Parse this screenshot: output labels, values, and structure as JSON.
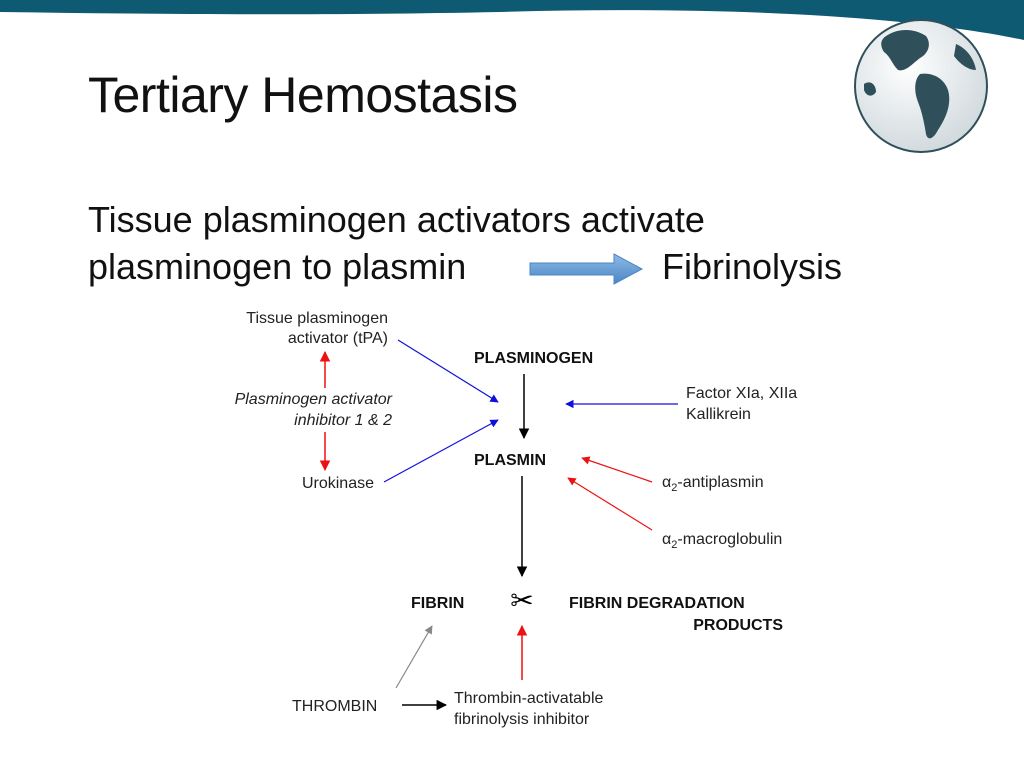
{
  "slide": {
    "title": "Tertiary Hemostasis",
    "subtitle_line1": "Tissue plasminogen activators activate",
    "subtitle_line2": "plasminogen to plasmin",
    "subtitle_result": "Fibrinolysis"
  },
  "diagram": {
    "tpa_line1": "Tissue plasminogen",
    "tpa_line2": "activator (tPA)",
    "pai_line1": "Plasminogen activator",
    "pai_line2": "inhibitor 1 & 2",
    "urokinase": "Urokinase",
    "plasminogen": "PLASMINOGEN",
    "plasmin": "PLASMIN",
    "factor_line1": "Factor XIa, XIIa",
    "factor_line2": "Kallikrein",
    "alpha": "α",
    "sub2": "2",
    "antiplasmin": "-antiplasmin",
    "macroglobulin": "-macroglobulin",
    "fibrin": "FIBRIN",
    "scissors": "✂",
    "fdp_line1": "FIBRIN DEGRADATION",
    "fdp_line2": "PRODUCTS",
    "thrombin": "THROMBIN",
    "tafi_line1": "Thrombin-activatable",
    "tafi_line2": "fibrinolysis inhibitor"
  },
  "colors": {
    "header_band": "#0e5a73",
    "title_text": "#111111",
    "activation_blue": "#1010dd",
    "inhibition_red": "#ee1111",
    "neutral_gray": "#888888",
    "flow_black": "#000000",
    "big_arrow_blue": "#5b9bd5"
  },
  "icons": {
    "globe": "globe-icon",
    "scissors": "scissors-icon",
    "big_arrow": "right-arrow-icon"
  }
}
